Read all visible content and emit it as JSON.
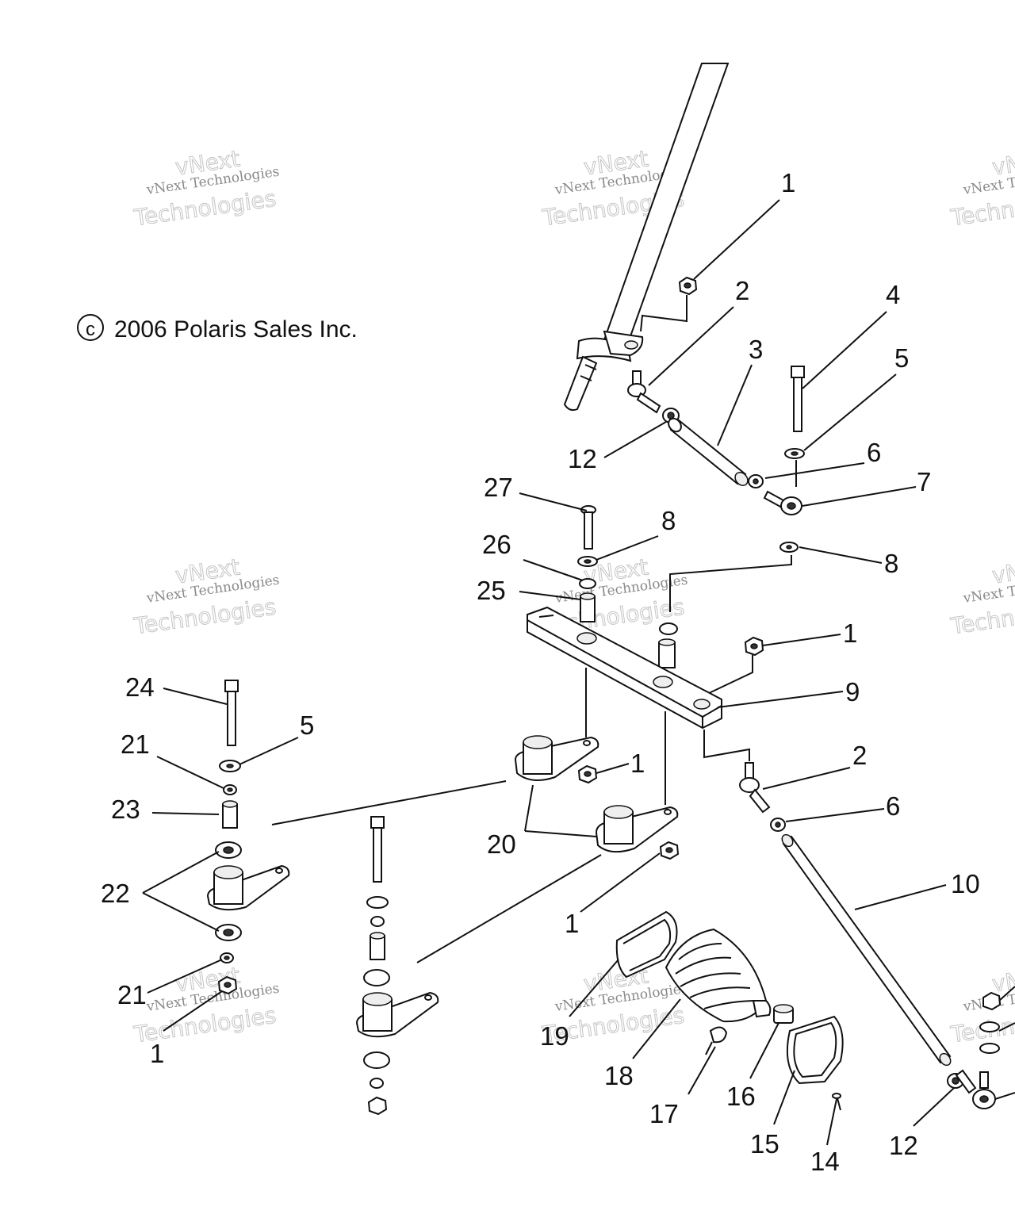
{
  "copyright": "2006 Polaris Sales Inc.",
  "copyright_symbol": "c",
  "watermark": {
    "line1": "vNext Technologies",
    "line2": "Technologies",
    "line3": "vNext"
  },
  "callouts": [
    {
      "id": "c1a",
      "text": "1"
    },
    {
      "id": "c2a",
      "text": "2"
    },
    {
      "id": "c3",
      "text": "3"
    },
    {
      "id": "c4",
      "text": "4"
    },
    {
      "id": "c5a",
      "text": "5"
    },
    {
      "id": "c6a",
      "text": "6"
    },
    {
      "id": "c7",
      "text": "7"
    },
    {
      "id": "c8a",
      "text": "8"
    },
    {
      "id": "c8b",
      "text": "8"
    },
    {
      "id": "c12a",
      "text": "12"
    },
    {
      "id": "c27",
      "text": "27"
    },
    {
      "id": "c26",
      "text": "26"
    },
    {
      "id": "c25",
      "text": "25"
    },
    {
      "id": "c1b",
      "text": "1"
    },
    {
      "id": "c9",
      "text": "9"
    },
    {
      "id": "c24",
      "text": "24"
    },
    {
      "id": "c5b",
      "text": "5"
    },
    {
      "id": "c21a",
      "text": "21"
    },
    {
      "id": "c23",
      "text": "23"
    },
    {
      "id": "c22",
      "text": "22"
    },
    {
      "id": "c21b",
      "text": "21"
    },
    {
      "id": "c1c",
      "text": "1"
    },
    {
      "id": "c1d",
      "text": "1"
    },
    {
      "id": "c20",
      "text": "20"
    },
    {
      "id": "c1e",
      "text": "1"
    },
    {
      "id": "c2b",
      "text": "2"
    },
    {
      "id": "c6b",
      "text": "6"
    },
    {
      "id": "c10",
      "text": "10"
    },
    {
      "id": "c19",
      "text": "19"
    },
    {
      "id": "c18",
      "text": "18"
    },
    {
      "id": "c17",
      "text": "17"
    },
    {
      "id": "c16",
      "text": "16"
    },
    {
      "id": "c15",
      "text": "15"
    },
    {
      "id": "c14",
      "text": "14"
    },
    {
      "id": "c12b",
      "text": "12"
    }
  ]
}
